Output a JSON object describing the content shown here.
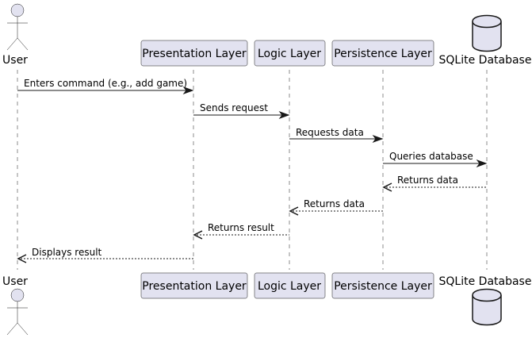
{
  "participants": [
    {
      "id": "user",
      "kind": "actor",
      "label": "User"
    },
    {
      "id": "presentation",
      "kind": "participant",
      "label": "Presentation Layer"
    },
    {
      "id": "logic",
      "kind": "participant",
      "label": "Logic Layer"
    },
    {
      "id": "persistence",
      "kind": "participant",
      "label": "Persistence Layer"
    },
    {
      "id": "sqlite",
      "kind": "database",
      "label": "SQLite Database"
    }
  ],
  "messages": [
    {
      "from": "user",
      "to": "presentation",
      "label": "Enters command (e.g., add game)",
      "style": "solid"
    },
    {
      "from": "presentation",
      "to": "logic",
      "label": "Sends request",
      "style": "solid"
    },
    {
      "from": "logic",
      "to": "persistence",
      "label": "Requests data",
      "style": "solid"
    },
    {
      "from": "persistence",
      "to": "sqlite",
      "label": "Queries database",
      "style": "solid"
    },
    {
      "from": "sqlite",
      "to": "persistence",
      "label": "Returns data",
      "style": "dashed"
    },
    {
      "from": "persistence",
      "to": "logic",
      "label": "Returns data",
      "style": "dashed"
    },
    {
      "from": "logic",
      "to": "presentation",
      "label": "Returns result",
      "style": "dashed"
    },
    {
      "from": "presentation",
      "to": "user",
      "label": "Displays result",
      "style": "dashed"
    }
  ]
}
